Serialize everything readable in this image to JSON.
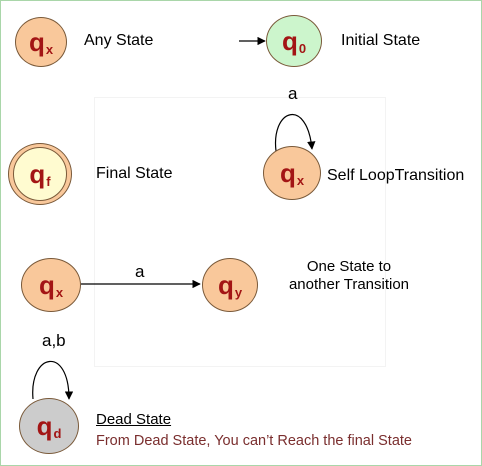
{
  "colors": {
    "orange_state": "#f9c89b",
    "green_state": "#ccf5cc",
    "final_inner": "#fffbd0",
    "dead_state": "#cccccc",
    "state_text": "#a31515",
    "note_text": "#7a2e2e",
    "frame": "#a9d6a9"
  },
  "states": {
    "any": {
      "symbol": "q",
      "sub": "x"
    },
    "initial": {
      "symbol": "q",
      "sub": "0"
    },
    "final": {
      "symbol": "q",
      "sub": "f"
    },
    "self_loop": {
      "symbol": "q",
      "sub": "x"
    },
    "from": {
      "symbol": "q",
      "sub": "x"
    },
    "to": {
      "symbol": "q",
      "sub": "y"
    },
    "dead": {
      "symbol": "q",
      "sub": "d"
    }
  },
  "labels": {
    "any_state": "Any State",
    "initial_state": "Initial State",
    "final_state": "Final State",
    "self_loop": "Self LoopTransition",
    "one_state_line1": "One State to",
    "one_state_line2": "another Transition",
    "dead_state": "Dead State",
    "dead_note": "From Dead State, You can’t Reach the final State"
  },
  "transitions": {
    "self_loop_symbol": "a",
    "one_state_symbol": "a",
    "dead_loop_symbol": "a,b"
  }
}
